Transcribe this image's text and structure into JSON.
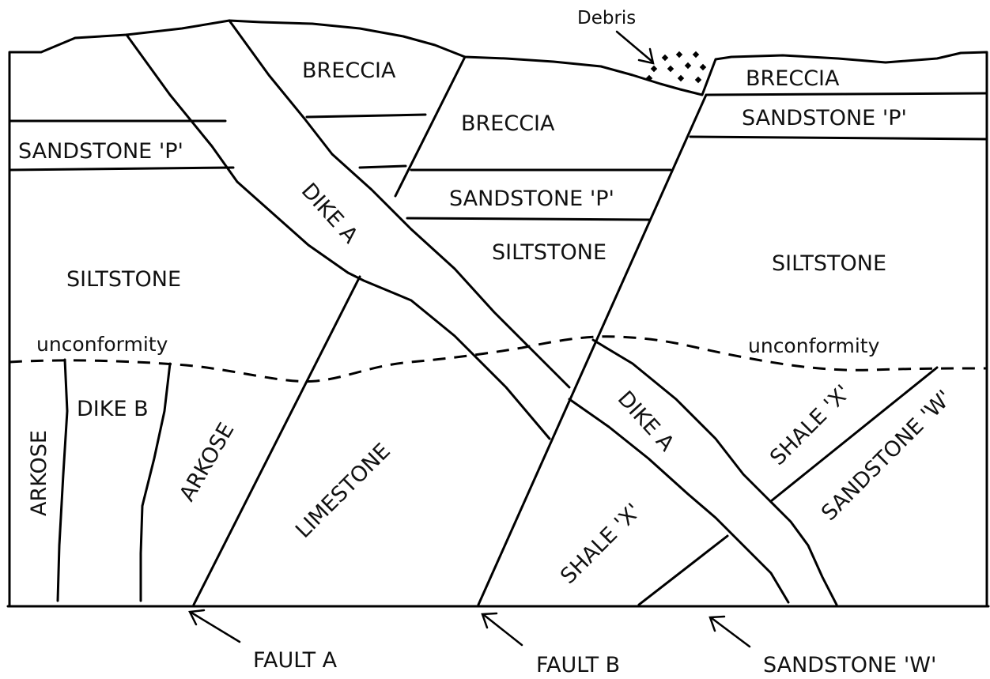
{
  "labels": {
    "debris": "Debris",
    "breccia_left": "BRECCIA",
    "breccia_mid": "BRECCIA",
    "breccia_right": "BRECCIA",
    "sandstone_p_left": "SANDSTONE 'P'",
    "sandstone_p_mid": "SANDSTONE 'P'",
    "sandstone_p_right": "SANDSTONE 'P'",
    "siltstone_left": "SILTSTONE",
    "siltstone_mid": "SILTSTONE",
    "siltstone_right": "SILTSTONE",
    "dike_a_upper": "DIKE A",
    "dike_a_lower": "DIKE A",
    "dike_b": "DIKE B",
    "unconformity_left": "unconformity",
    "unconformity_right": "unconformity",
    "arkose_left": "ARKOSE",
    "arkose_mid": "ARKOSE",
    "limestone": "LIMESTONE",
    "shale_x_right": "SHALE 'X'",
    "shale_x_bottom": "SHALE 'X'",
    "sandstone_w_right": "SANDSTONE 'W'",
    "fault_a": "FAULT A",
    "fault_b": "FAULT B",
    "sandstone_w_callout": "SANDSTONE 'W'"
  }
}
